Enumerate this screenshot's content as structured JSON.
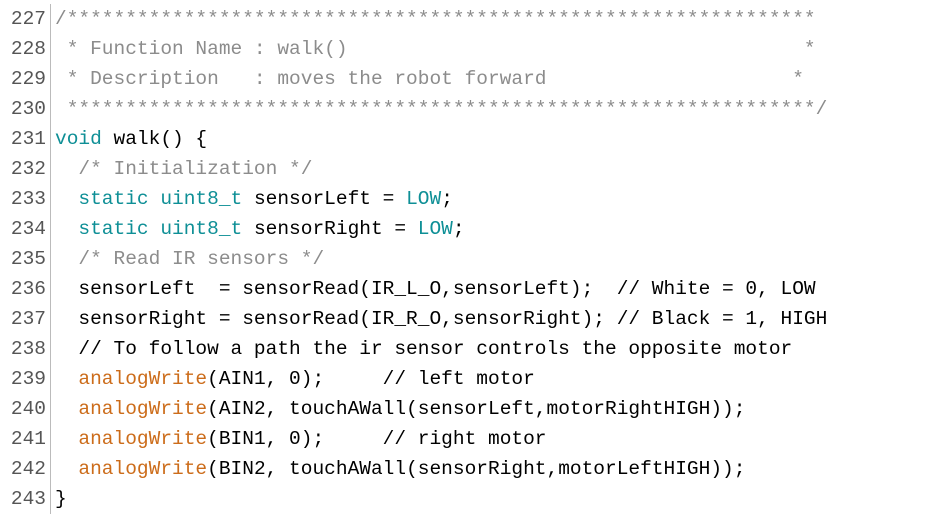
{
  "editor": {
    "lines": [
      {
        "num": "227",
        "tokens": [
          {
            "t": "/****************************************************************",
            "c": "comment"
          }
        ]
      },
      {
        "num": "228",
        "tokens": [
          {
            "t": " * Function Name : walk()                                       *",
            "c": "comment"
          }
        ]
      },
      {
        "num": "229",
        "tokens": [
          {
            "t": " * Description   : moves the robot forward                     *",
            "c": "comment"
          }
        ]
      },
      {
        "num": "230",
        "tokens": [
          {
            "t": " ****************************************************************/",
            "c": "comment"
          }
        ]
      },
      {
        "num": "231",
        "tokens": [
          {
            "t": "void",
            "c": "kw"
          },
          {
            "t": " walk() {",
            "c": "plain"
          }
        ]
      },
      {
        "num": "232",
        "tokens": [
          {
            "t": "  /* Initialization */",
            "c": "comment"
          }
        ]
      },
      {
        "num": "233",
        "tokens": [
          {
            "t": "  ",
            "c": "plain"
          },
          {
            "t": "static",
            "c": "kw"
          },
          {
            "t": " ",
            "c": "plain"
          },
          {
            "t": "uint8_t",
            "c": "kw"
          },
          {
            "t": " sensorLeft = ",
            "c": "plain"
          },
          {
            "t": "LOW",
            "c": "kw"
          },
          {
            "t": ";",
            "c": "plain"
          }
        ]
      },
      {
        "num": "234",
        "tokens": [
          {
            "t": "  ",
            "c": "plain"
          },
          {
            "t": "static",
            "c": "kw"
          },
          {
            "t": " ",
            "c": "plain"
          },
          {
            "t": "uint8_t",
            "c": "kw"
          },
          {
            "t": " sensorRight = ",
            "c": "plain"
          },
          {
            "t": "LOW",
            "c": "kw"
          },
          {
            "t": ";",
            "c": "plain"
          }
        ]
      },
      {
        "num": "235",
        "tokens": [
          {
            "t": "  /* Read IR sensors */",
            "c": "comment"
          }
        ]
      },
      {
        "num": "236",
        "tokens": [
          {
            "t": "  sensorLeft  = sensorRead(IR_L_O,sensorLeft);  // White = 0, LOW",
            "c": "plain"
          }
        ]
      },
      {
        "num": "237",
        "tokens": [
          {
            "t": "  sensorRight = sensorRead(IR_R_O,sensorRight); // Black = 1, HIGH",
            "c": "plain"
          }
        ]
      },
      {
        "num": "238",
        "tokens": [
          {
            "t": "  // To follow a path the ir sensor controls the opposite motor",
            "c": "plain"
          }
        ]
      },
      {
        "num": "239",
        "tokens": [
          {
            "t": "  ",
            "c": "plain"
          },
          {
            "t": "analogWrite",
            "c": "fn"
          },
          {
            "t": "(AIN1, 0);     // left motor",
            "c": "plain"
          }
        ]
      },
      {
        "num": "240",
        "tokens": [
          {
            "t": "  ",
            "c": "plain"
          },
          {
            "t": "analogWrite",
            "c": "fn"
          },
          {
            "t": "(AIN2, touchAWall(sensorLeft,motorRightHIGH));",
            "c": "plain"
          }
        ]
      },
      {
        "num": "241",
        "tokens": [
          {
            "t": "  ",
            "c": "plain"
          },
          {
            "t": "analogWrite",
            "c": "fn"
          },
          {
            "t": "(BIN1, 0);     // right motor",
            "c": "plain"
          }
        ]
      },
      {
        "num": "242",
        "tokens": [
          {
            "t": "  ",
            "c": "plain"
          },
          {
            "t": "analogWrite",
            "c": "fn"
          },
          {
            "t": "(BIN2, touchAWall(sensorRight,motorLeftHIGH));",
            "c": "plain"
          }
        ]
      },
      {
        "num": "243",
        "tokens": [
          {
            "t": "}",
            "c": "plain"
          }
        ]
      }
    ]
  },
  "colors": {
    "comment": "#8c8c8c",
    "keyword": "#0e8f96",
    "function": "#cc6c1a",
    "text": "#000000",
    "line_number": "#555555"
  }
}
